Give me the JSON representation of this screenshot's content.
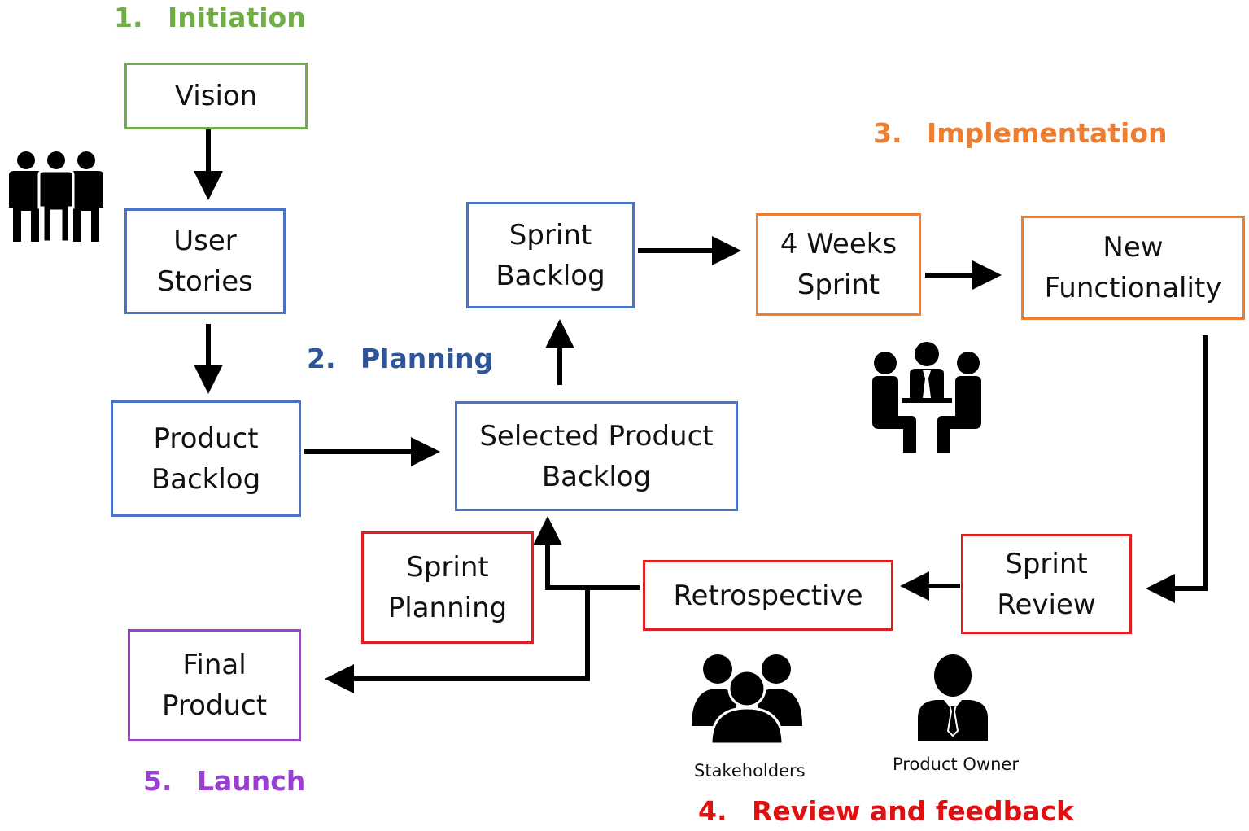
{
  "phases": {
    "initiation": {
      "number": "1.",
      "label": "Initiation",
      "color": "#70ad47"
    },
    "planning": {
      "number": "2.",
      "label": "Planning",
      "color": "#2e5597"
    },
    "implementation": {
      "number": "3.",
      "label": "Implementation",
      "color": "#ed7d31"
    },
    "review": {
      "number": "4.",
      "label": "Review and feedback",
      "color": "#e01010"
    },
    "launch": {
      "number": "5.",
      "label": "Launch",
      "color": "#9b3fd3"
    }
  },
  "boxes": {
    "vision": {
      "line1": "Vision"
    },
    "user_stories": {
      "line1": "User",
      "line2": "Stories"
    },
    "product_backlog": {
      "line1": "Product",
      "line2": "Backlog"
    },
    "selected_product_backlog": {
      "line1": "Selected Product",
      "line2": "Backlog"
    },
    "sprint_backlog": {
      "line1": "Sprint",
      "line2": "Backlog"
    },
    "four_weeks_sprint": {
      "line1": "4 Weeks",
      "line2": "Sprint"
    },
    "new_functionality": {
      "line1": "New",
      "line2": "Functionality"
    },
    "sprint_review": {
      "line1": "Sprint",
      "line2": "Review"
    },
    "retrospective": {
      "line1": "Retrospective"
    },
    "sprint_planning": {
      "line1": "Sprint",
      "line2": "Planning"
    },
    "final_product": {
      "line1": "Final",
      "line2": "Product"
    }
  },
  "captions": {
    "stakeholders": "Stakeholders",
    "product_owner": "Product Owner"
  },
  "icons": [
    "team-icon",
    "meeting-icon",
    "stakeholders-icon",
    "product-owner-icon"
  ]
}
